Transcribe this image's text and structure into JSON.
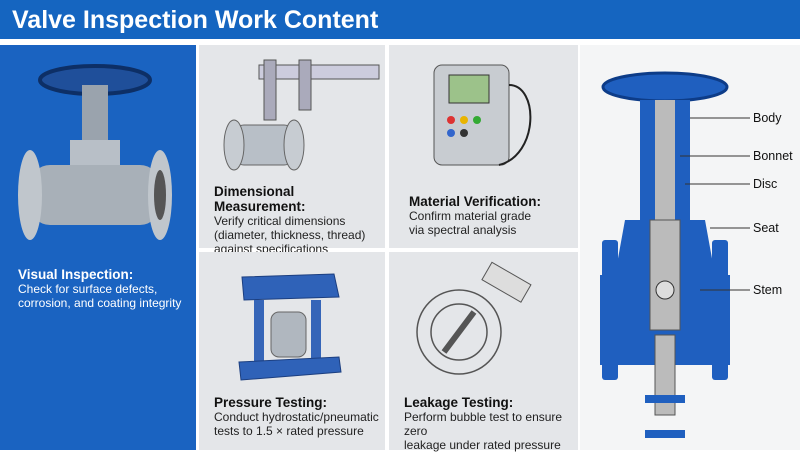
{
  "header": {
    "title": "Valve Inspection Work Content"
  },
  "items": [
    {
      "title": "Visual Inspection:",
      "desc": [
        "Check for surface defects,",
        "corrosion, and coating integrity"
      ],
      "icon": "gate-valve-icon"
    },
    {
      "title": "Dimensional Measurement:",
      "desc": [
        "Verify critical dimensions",
        "(diameter, thickness, thread)",
        "against specifications"
      ],
      "icon": "caliper-icon"
    },
    {
      "title": "Material Verification:",
      "desc": [
        "Confirm material grade",
        "via spectral analysis"
      ],
      "icon": "spectrometer-icon"
    },
    {
      "title": "Pressure Testing:",
      "desc": [
        "Conduct hydrostatic/pneumatic",
        "tests to 1.5 × rated pressure"
      ],
      "icon": "test-bench-icon"
    },
    {
      "title": "Leakage Testing:",
      "desc": [
        "Perform bubble test to ensure zero",
        "leakage under rated pressure"
      ],
      "icon": "butterfly-valve-icon"
    }
  ],
  "diagram": {
    "labels": [
      "Body",
      "Bonnet",
      "Disc",
      "Seat",
      "Stem"
    ]
  },
  "colors": {
    "accent": "#1565c0",
    "panel": "#e4e6e9"
  }
}
